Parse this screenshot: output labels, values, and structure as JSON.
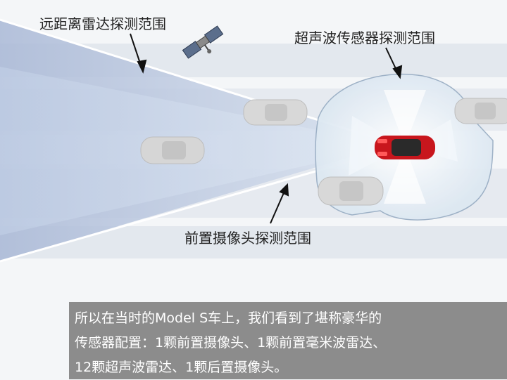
{
  "labels": {
    "radar": "远距离雷达探测范围",
    "ultrasonic": "超声波传感器探测范围",
    "camera": "前置摄像头探测范围"
  },
  "caption": {
    "line1": "所以在当时的Model S车上，我们看到了堪称豪华的",
    "line2": "传感器配置：1颗前置摄像头、1颗前置毫米波雷达、",
    "line3": "12颗超声波雷达、1颗后置摄像头。"
  },
  "colors": {
    "road": "#f4f6f8",
    "lane_band": "#dfe4ea",
    "radar_zone": "#b6c3dc",
    "camera_zone": "#cdd9ea",
    "ultrasonic_zone": "#e8f0f7",
    "main_car": "#c8161d",
    "other_cars": "#d8d8d8",
    "caption_bg": "#8c8c8c"
  },
  "icons": [
    "satellite-icon"
  ]
}
